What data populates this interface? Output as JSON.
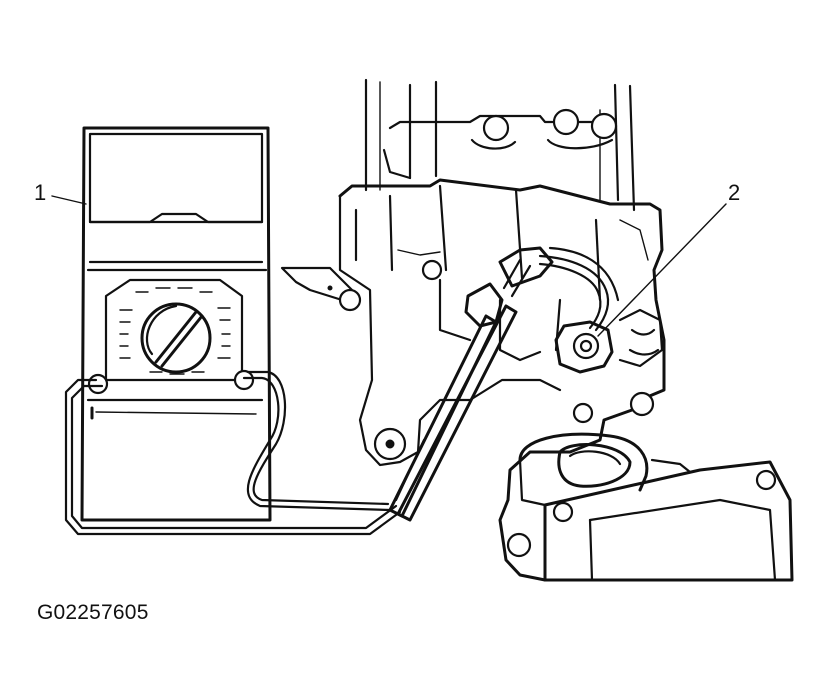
{
  "callouts": {
    "one": "1",
    "two": "2"
  },
  "figure_id": "G02257605",
  "colors": {
    "ink": "#111111",
    "background": "#ffffff"
  }
}
